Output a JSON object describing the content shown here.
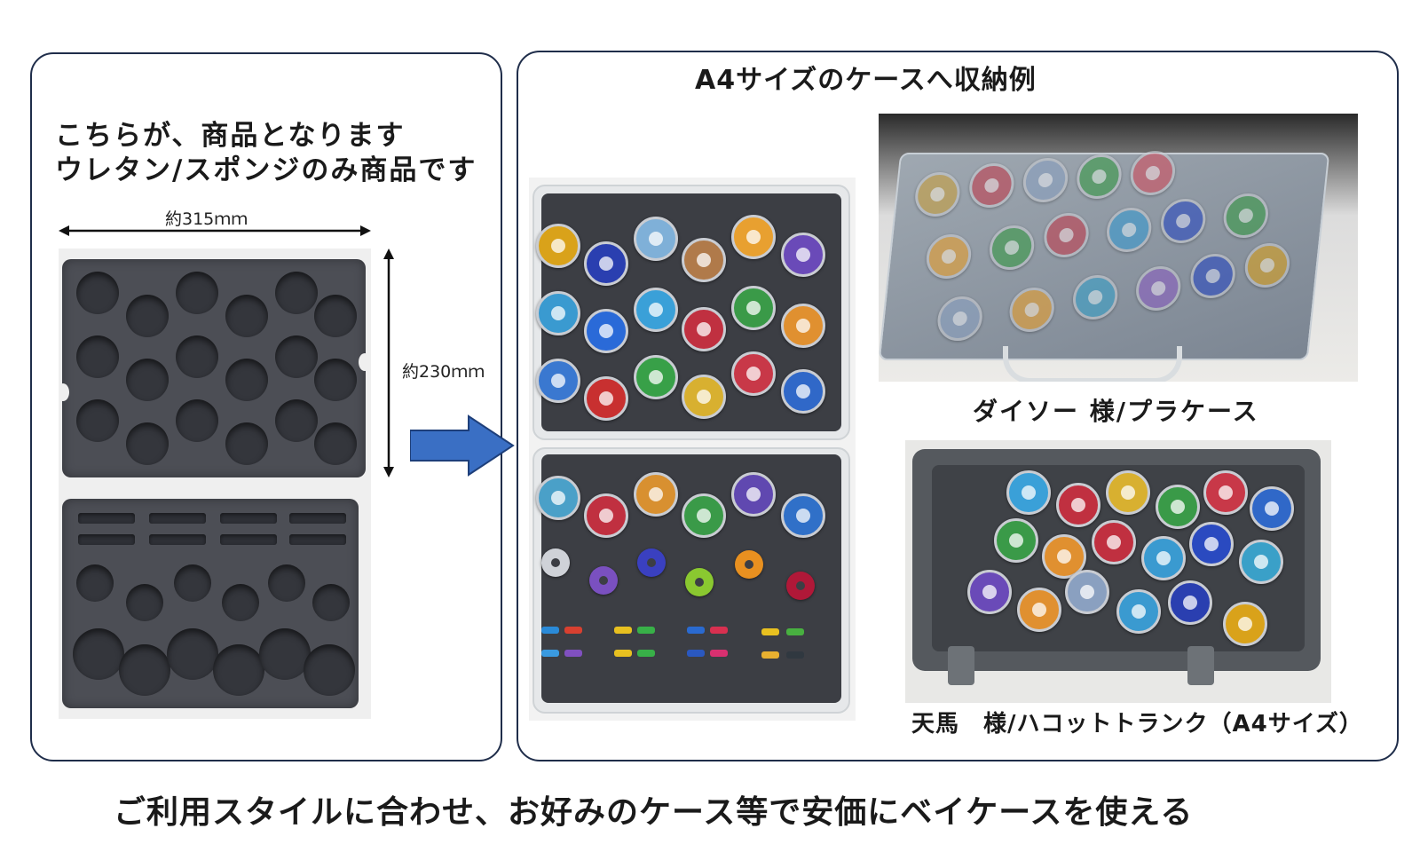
{
  "product": {
    "headline_line1": "こちらが、商品となります",
    "headline_line2": "ウレタン/スポンジのみ商品です",
    "width_label": "約315ｍｍ",
    "height_label": "約230ｍｍ"
  },
  "examples": {
    "title": "A4サイズのケースへ収納例",
    "daiso_caption": "ダイソー 様/プラケース",
    "tenma_caption": "天馬　様/ハコットトランク（A4サイズ）"
  },
  "footer": {
    "caption": "ご利用スタイルに合わせ、お好みのケース等で安価にベイケースを使える"
  },
  "colors": {
    "panel_border": "#1f2d4a",
    "arrow_fill": "#3a6fc4",
    "foam": "#4c4e55"
  }
}
